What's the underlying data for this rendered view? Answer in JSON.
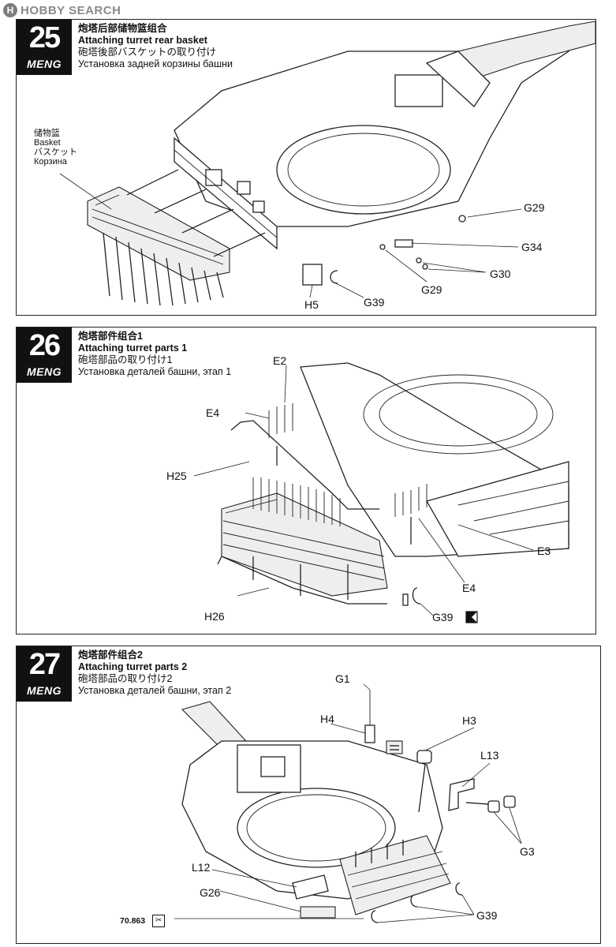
{
  "watermark": {
    "logo_glyph": "H",
    "text": "HOBBY SEARCH"
  },
  "steps": [
    {
      "number": "25",
      "brand": "MENG",
      "title_zh": "炮塔后部储物篮组合",
      "title_en": "Attaching turret rear basket",
      "title_ja": "砲塔後部バスケットの取り付け",
      "title_ru": "Установка задней корзины башни",
      "callout": {
        "zh": "储物篮",
        "en": "Basket",
        "ja": "バスケット",
        "ru": "Корзина"
      },
      "parts": [
        "G29",
        "G34",
        "G30",
        "G29",
        "G39",
        "H5"
      ]
    },
    {
      "number": "26",
      "brand": "MENG",
      "title_zh": "炮塔部件组合1",
      "title_en": "Attaching turret parts 1",
      "title_ja": "砲塔部品の取り付け1",
      "title_ru": "Установка деталей башни, этап 1",
      "parts": [
        "E2",
        "E4",
        "H25",
        "E3",
        "E4",
        "G39",
        "H26"
      ]
    },
    {
      "number": "27",
      "brand": "MENG",
      "title_zh": "炮塔部件组合2",
      "title_en": "Attaching turret parts 2",
      "title_ja": "砲塔部品の取り付け2",
      "title_ru": "Установка деталей башни, этап 2",
      "parts": [
        "G1",
        "H4",
        "H3",
        "L13",
        "G3",
        "L12",
        "G26",
        "G39"
      ]
    }
  ],
  "footer": {
    "code": "70.863",
    "mark": "cut-mark-icon"
  }
}
